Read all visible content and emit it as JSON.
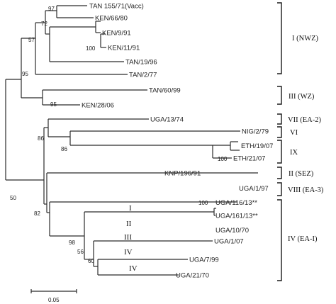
{
  "tree": {
    "leaves": {
      "tan155": "TAN 155/71(Vacc)",
      "ken66": "KEN/66/80",
      "ken9": "KEN/9/91",
      "ken11": "KEN/11/91",
      "tan19": "TAN/19/96",
      "tan2": "TAN/2/77",
      "tan60": "TAN/60/99",
      "ken28": "KEN/28/06",
      "uga13": "UGA/13/74",
      "nig2": "NIG/2/79",
      "eth19": "ETH/19/07",
      "eth21": "ETH/21/07",
      "knp196": "KNP/196/91",
      "uga197": "UGA/1/97",
      "uga116": "UGA/116/13**",
      "uga161": "UGA/161/13**",
      "uga1070": "UGA/10/70",
      "uga107": "UGA/1/07",
      "uga799": "UGA/7/99",
      "uga2170": "UGA/21/70"
    },
    "bootstrap": {
      "b97": "97",
      "b72": "72",
      "b100a": "100",
      "b57": "57",
      "b95a": "95",
      "b95b": "95",
      "b86a": "86",
      "b86b": "86",
      "b100b": "100",
      "b50": "50",
      "b82": "82",
      "b100c": "100",
      "b98": "98",
      "b56": "56",
      "b60": "60"
    },
    "subclades": {
      "s1": "I",
      "s2": "II",
      "s3": "III",
      "s4a": "IV",
      "s4b": "IV"
    },
    "groups": {
      "g1": "I (NWZ)",
      "g3": "III (WZ)",
      "g7": "VII (EA-2)",
      "g6": "VI",
      "g9": "IX",
      "g2": "II (SEZ)",
      "g8": "VIII (EA-3)",
      "g4": "IV (EA-I)"
    },
    "scale_label": "0.05"
  }
}
